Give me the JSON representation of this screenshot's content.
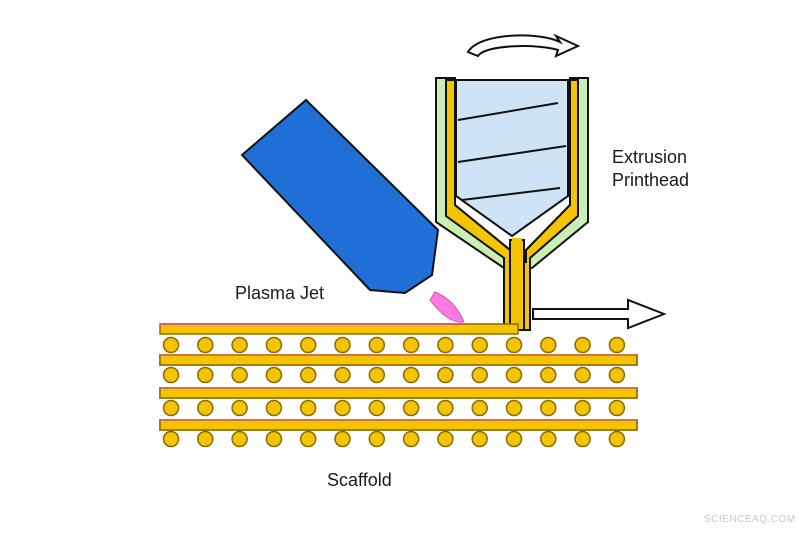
{
  "labels": {
    "extrusion_line1": "Extrusion",
    "extrusion_line2": "Printhead",
    "plasma_jet": "Plasma Jet",
    "scaffold": "Scaffold"
  },
  "watermark": "SCIENCEAQ.COM",
  "colors": {
    "strand_fill": "#f5c400",
    "strand_stroke": "#8a6a00",
    "plasma_body": "#1f6fd6",
    "plasma_tip": "#ff7ae0",
    "barrel_light": "#c9efb3",
    "screw_fill": "#cfe3f6",
    "treated_layer": "#e8546a",
    "background": "#ffffff"
  }
}
